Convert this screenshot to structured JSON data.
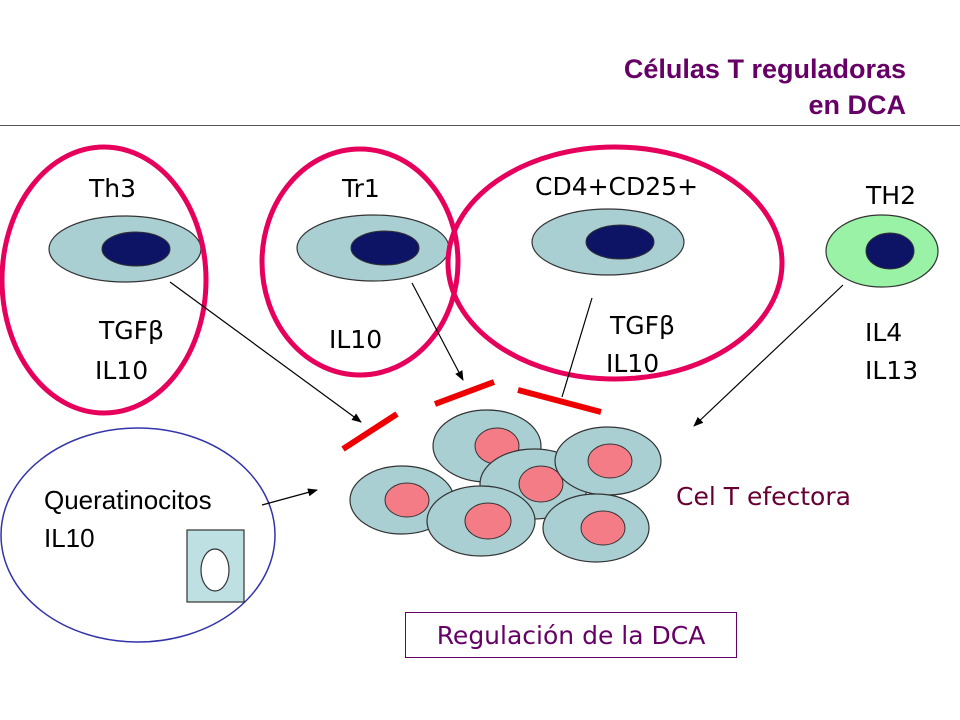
{
  "title": {
    "line1": "Células T reguladoras",
    "line2": "en DCA"
  },
  "groups": {
    "th3": {
      "label": "Th3",
      "cytokines": [
        "TGFβ",
        "IL10"
      ]
    },
    "tr1": {
      "label": "Tr1",
      "cytokines": [
        "IL10"
      ]
    },
    "cd4cd25": {
      "label": "CD4+CD25+",
      "cytokines": [
        "TGFβ",
        "IL10"
      ]
    },
    "th2": {
      "label": "TH2",
      "cytokines": [
        "IL4",
        "IL13"
      ]
    },
    "keratinocytes": {
      "label": "Queratinocitos",
      "cytokine": "IL10"
    }
  },
  "effector_label": "Cel T efectora",
  "footer_box": "Regulación de la DCA",
  "colors": {
    "title": "#660066",
    "ring": "#e6005c",
    "cell_body": "#a9cfd3",
    "cell_nucleus": "#0d1466",
    "th2_body": "#99f2a6",
    "effector_nucleus": "#f47c86",
    "inhibition_bar": "#ee0000",
    "keratinocyte_circle": "#3333aa",
    "keratinocyte_box": "#bfe0e2"
  }
}
